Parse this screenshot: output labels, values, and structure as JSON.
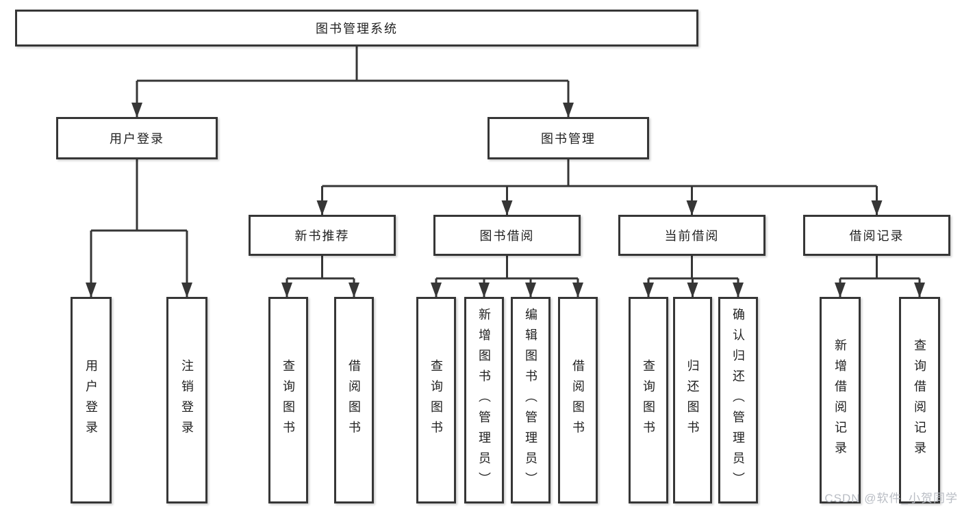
{
  "diagram": {
    "title": "图书管理系统",
    "user_branch": {
      "label": "用户登录",
      "children": [
        {
          "label": "用户登录"
        },
        {
          "label": "注销登录"
        }
      ]
    },
    "book_branch": {
      "label": "图书管理",
      "groups": [
        {
          "label": "新书推荐",
          "children": [
            {
              "label": "查询图书"
            },
            {
              "label": "借阅图书"
            }
          ]
        },
        {
          "label": "图书借阅",
          "children": [
            {
              "label": "查询图书"
            },
            {
              "label": "新增图书（管理员）"
            },
            {
              "label": "编辑图书（管理员）"
            },
            {
              "label": "借阅图书"
            }
          ]
        },
        {
          "label": "当前借阅",
          "children": [
            {
              "label": "查询图书"
            },
            {
              "label": "归还图书"
            },
            {
              "label": "确认归还（管理员）"
            }
          ]
        },
        {
          "label": "借阅记录",
          "children": [
            {
              "label": "新增借阅记录"
            },
            {
              "label": "查询借阅记录"
            }
          ]
        }
      ]
    },
    "colors": {
      "line": "#363636",
      "box_border": "#363636",
      "box_fill": "#ffffff",
      "text": "#1f1f1f",
      "watermark": "#b9bdc4"
    }
  },
  "watermark": {
    "text": "CSDN @软件_小贺同学"
  }
}
